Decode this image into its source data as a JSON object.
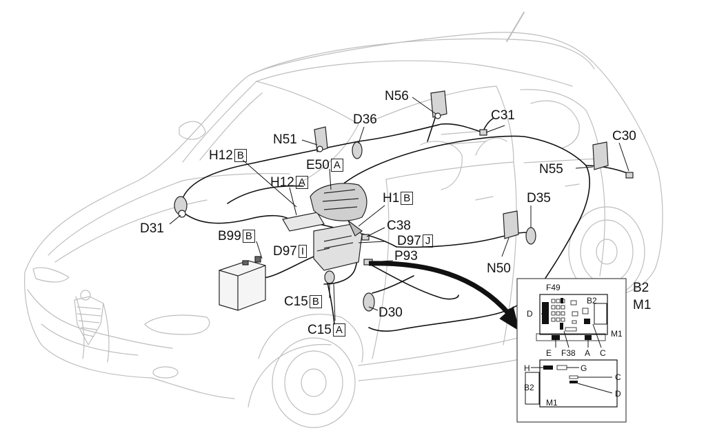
{
  "labels": {
    "N56": "N56",
    "C31": "C31",
    "D36": "D36",
    "N51": "N51",
    "C30": "C30",
    "N55": "N55",
    "H12": "H12",
    "B": "B",
    "A": "A",
    "E50": "E50",
    "H1": "H1",
    "D35": "D35",
    "D31": "D31",
    "C38": "C38",
    "B99": "B99",
    "D97": "D97",
    "I": "I",
    "J": "J",
    "P93": "P93",
    "N50": "N50",
    "C15": "C15",
    "D30": "D30"
  },
  "inset": {
    "title_top": "B2",
    "title_bottom": "M1",
    "upper": {
      "F49": "F49",
      "D": "D",
      "B2": "B2",
      "M1": "M1",
      "E": "E",
      "F38": "F38",
      "A": "A",
      "C": "C"
    },
    "lower": {
      "H": "H",
      "G": "G",
      "C": "C",
      "D": "D",
      "B2": "B2",
      "M1": "M1"
    }
  }
}
